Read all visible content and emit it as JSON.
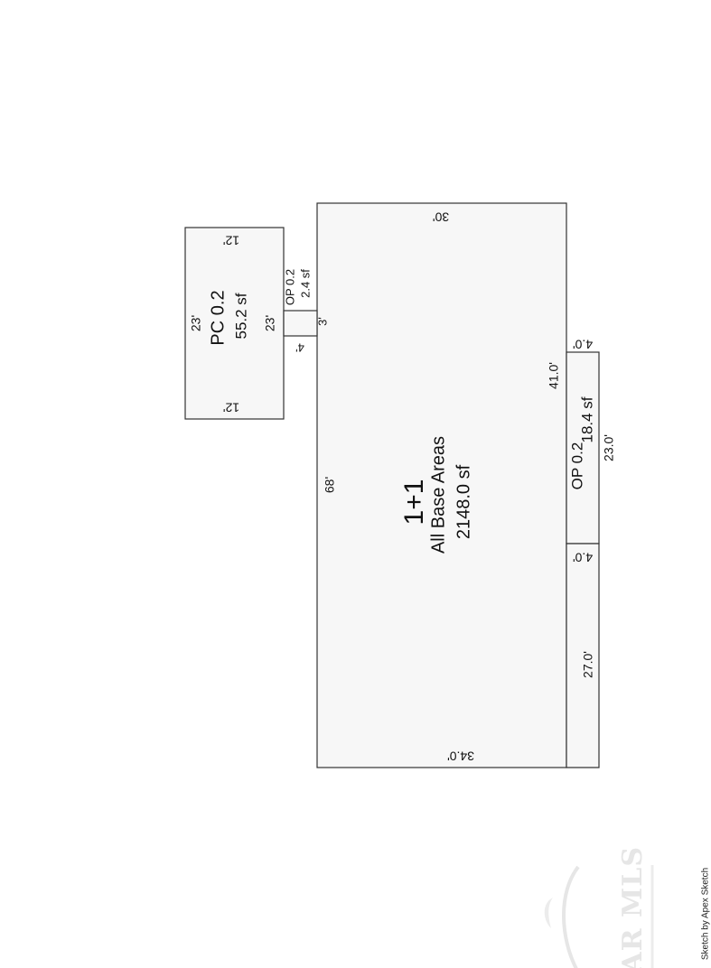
{
  "base": {
    "code": "1+1",
    "name": "All Base Areas",
    "area": "2148.0 sf",
    "dims": {
      "top": "30'",
      "left": "68'",
      "bottom": "34.0'",
      "right_upper": "41.0'",
      "right_lower": "27.0'"
    }
  },
  "porch_right": {
    "code": "OP 0.2",
    "area": "18.4 sf",
    "dims": {
      "length": "23.0'",
      "end_top": "4.0'",
      "end_bottom": "4.0'"
    }
  },
  "carport": {
    "code": "PC 0.2",
    "area": "55.2 sf",
    "dims": {
      "top": "12'",
      "bottom": "12'",
      "left": "23'",
      "right": "23'"
    }
  },
  "porch_small": {
    "code": "OP 0.2",
    "area": "2.4 sf",
    "dims": {
      "side": "3'",
      "bottom": "4'"
    }
  },
  "credit": "Sketch by Apex Sketch",
  "watermark": "PAR MLS"
}
